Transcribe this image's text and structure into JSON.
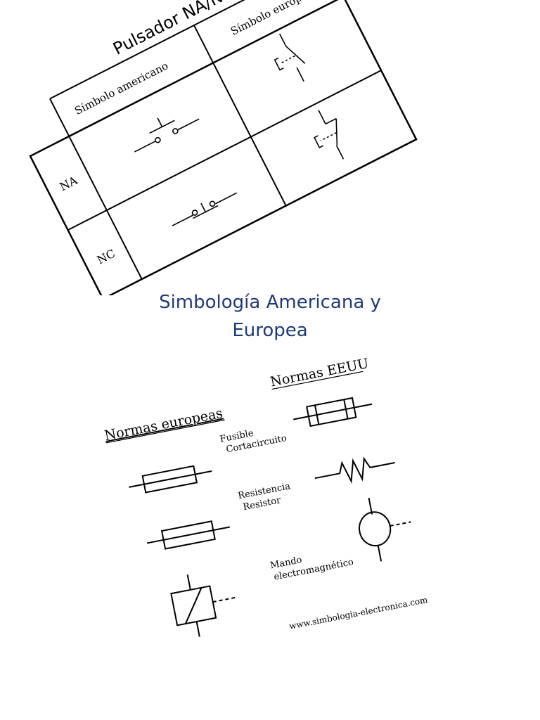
{
  "table_figure": {
    "title": "Pulsador NA/NC",
    "col_american": "Símbolo americano",
    "col_european": "Símbolo europeo",
    "row_na": "NA",
    "row_nc": "NC"
  },
  "caption": {
    "line1": "Simbología Americana y",
    "line2": "Europea"
  },
  "norms_figure": {
    "heading_eu": "Normas europeas",
    "heading_us": "Normas EEUU",
    "fuse_label_1": "Fusible",
    "fuse_label_2": "Cortacircuito",
    "resistor_label_1": "Resistencia",
    "resistor_label_2": "Resistor",
    "coil_label_1": "Mando",
    "coil_label_2": "electromagnético",
    "website": "www.simbologia-electronica.com"
  }
}
